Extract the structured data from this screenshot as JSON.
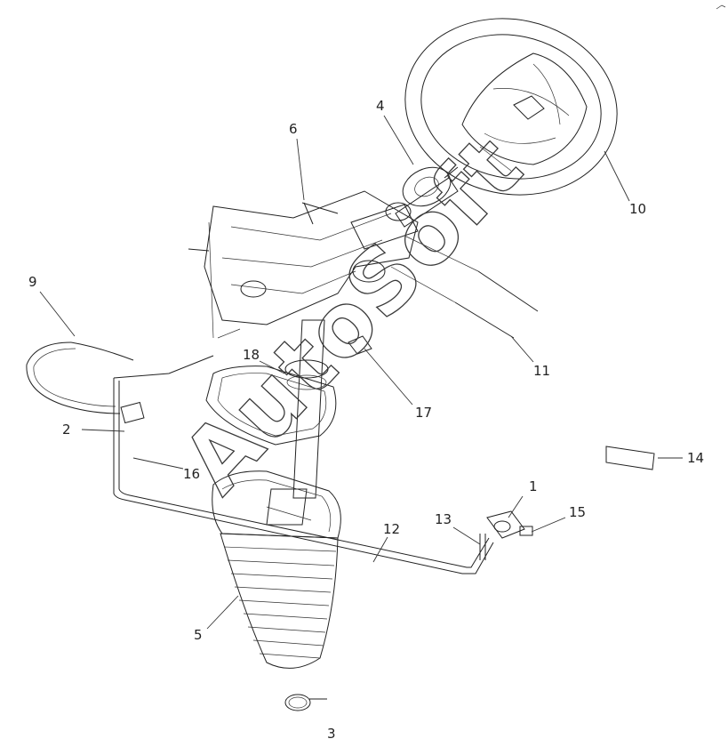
{
  "watermark": "AutoSoft",
  "callouts": [
    {
      "id": "1",
      "text": "1"
    },
    {
      "id": "2",
      "text": "2"
    },
    {
      "id": "3",
      "text": "3"
    },
    {
      "id": "4",
      "text": "4"
    },
    {
      "id": "5",
      "text": "5"
    },
    {
      "id": "6",
      "text": "6"
    },
    {
      "id": "9",
      "text": "9"
    },
    {
      "id": "10",
      "text": "10"
    },
    {
      "id": "11",
      "text": "11"
    },
    {
      "id": "12",
      "text": "12"
    },
    {
      "id": "13",
      "text": "13"
    },
    {
      "id": "14",
      "text": "14"
    },
    {
      "id": "15",
      "text": "15"
    },
    {
      "id": "16",
      "text": "16"
    },
    {
      "id": "17",
      "text": "17"
    },
    {
      "id": "18",
      "text": "18"
    }
  ]
}
